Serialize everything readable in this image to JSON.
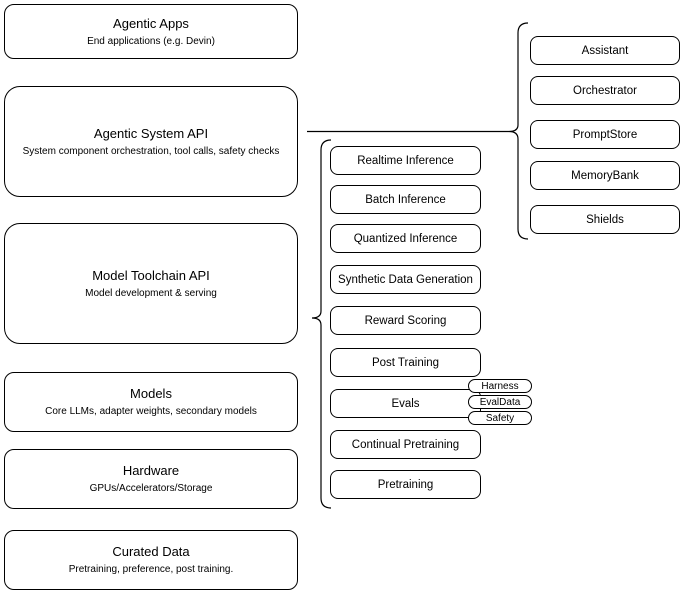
{
  "diagram": {
    "background_color": "#ffffff",
    "stroke_color": "#000000",
    "text_color": "#000000"
  },
  "left_stack": {
    "boxes": [
      {
        "title": "Agentic Apps",
        "subtitle": "End applications (e.g. Devin)"
      },
      {
        "title": "Agentic System API",
        "subtitle": "System component orchestration, tool calls, safety checks"
      },
      {
        "title": "Model Toolchain API",
        "subtitle": "Model development & serving"
      },
      {
        "title": "Models",
        "subtitle": "Core LLMs, adapter weights, secondary models"
      },
      {
        "title": "Hardware",
        "subtitle": "GPUs/Accelerators/Storage"
      },
      {
        "title": "Curated Data",
        "subtitle": "Pretraining, preference, post training."
      }
    ]
  },
  "toolchain_group": {
    "items": [
      {
        "label": "Realtime Inference"
      },
      {
        "label": "Batch Inference"
      },
      {
        "label": "Quantized Inference"
      },
      {
        "label": "Synthetic Data Generation"
      },
      {
        "label": "Reward Scoring"
      },
      {
        "label": "Post Training"
      },
      {
        "label": "Evals"
      },
      {
        "label": "Continual Pretraining"
      },
      {
        "label": "Pretraining"
      }
    ],
    "evals_tags": [
      {
        "label": "Harness"
      },
      {
        "label": "EvalData"
      },
      {
        "label": "Safety"
      }
    ]
  },
  "system_group": {
    "items": [
      {
        "label": "Assistant"
      },
      {
        "label": "Orchestrator"
      },
      {
        "label": "PromptStore"
      },
      {
        "label": "MemoryBank"
      },
      {
        "label": "Shields"
      }
    ]
  }
}
